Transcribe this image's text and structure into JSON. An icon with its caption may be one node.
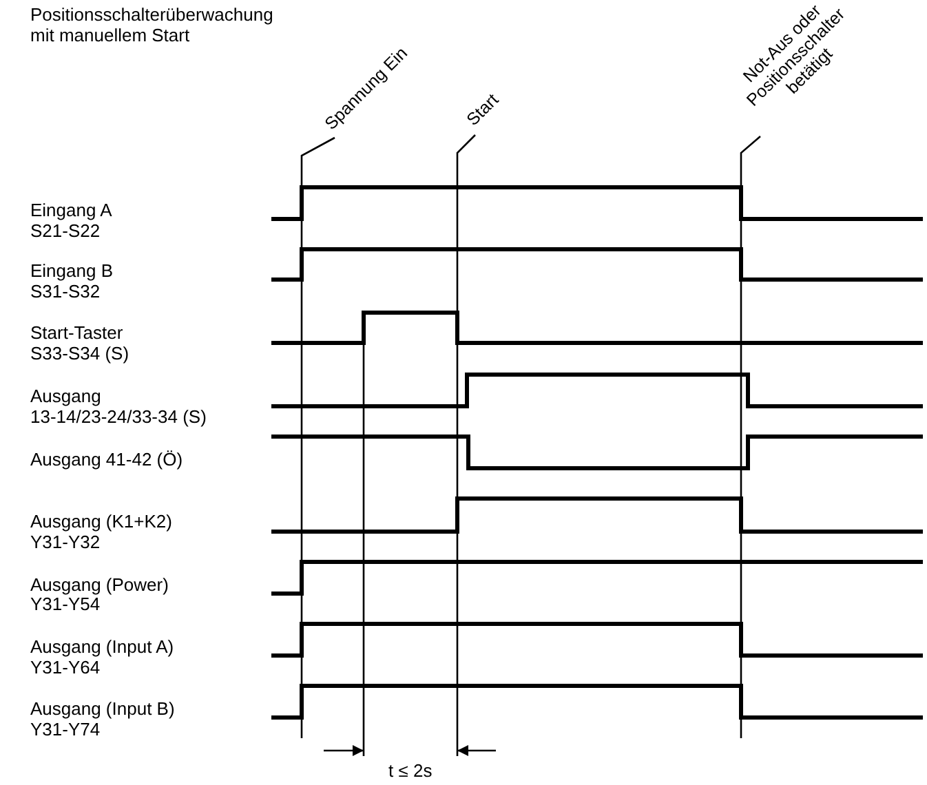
{
  "diagram": {
    "title": "Positionsschalterüberwachung mit manuellem Start",
    "nodes": [
      {
        "text": [
          "Spannung Ein"
        ]
      },
      {
        "text": [
          "Start"
        ]
      },
      {
        "text": [
          "Not-Aus oder Positionsschalter betätigt"
        ]
      }
    ],
    "edges": [
      {
        "from": 0,
        "to": null,
        "arrow": "none"
      },
      {
        "from": 1,
        "to": null,
        "arrow": "none"
      },
      {
        "from": 2,
        "to": null,
        "arrow": "none"
      }
    ],
    "labels": [
      "Eingang A",
      "S21-S22",
      "Eingang B",
      "S31-S32",
      "Start-Taster",
      "S33-S34 (S)",
      "Ausgang",
      "13-14/23-24/33-34 (S)",
      "Ausgang 41-42 (Ö)",
      "Ausgang (K1+K2)",
      "Y31-Y32",
      "Ausgang (Power)",
      "Y31-Y54",
      "Ausgang (Input A)",
      "Y31-Y64",
      "Ausgang (Input B)",
      "Y31-Y74",
      "t ≤ 2s"
    ]
  }
}
